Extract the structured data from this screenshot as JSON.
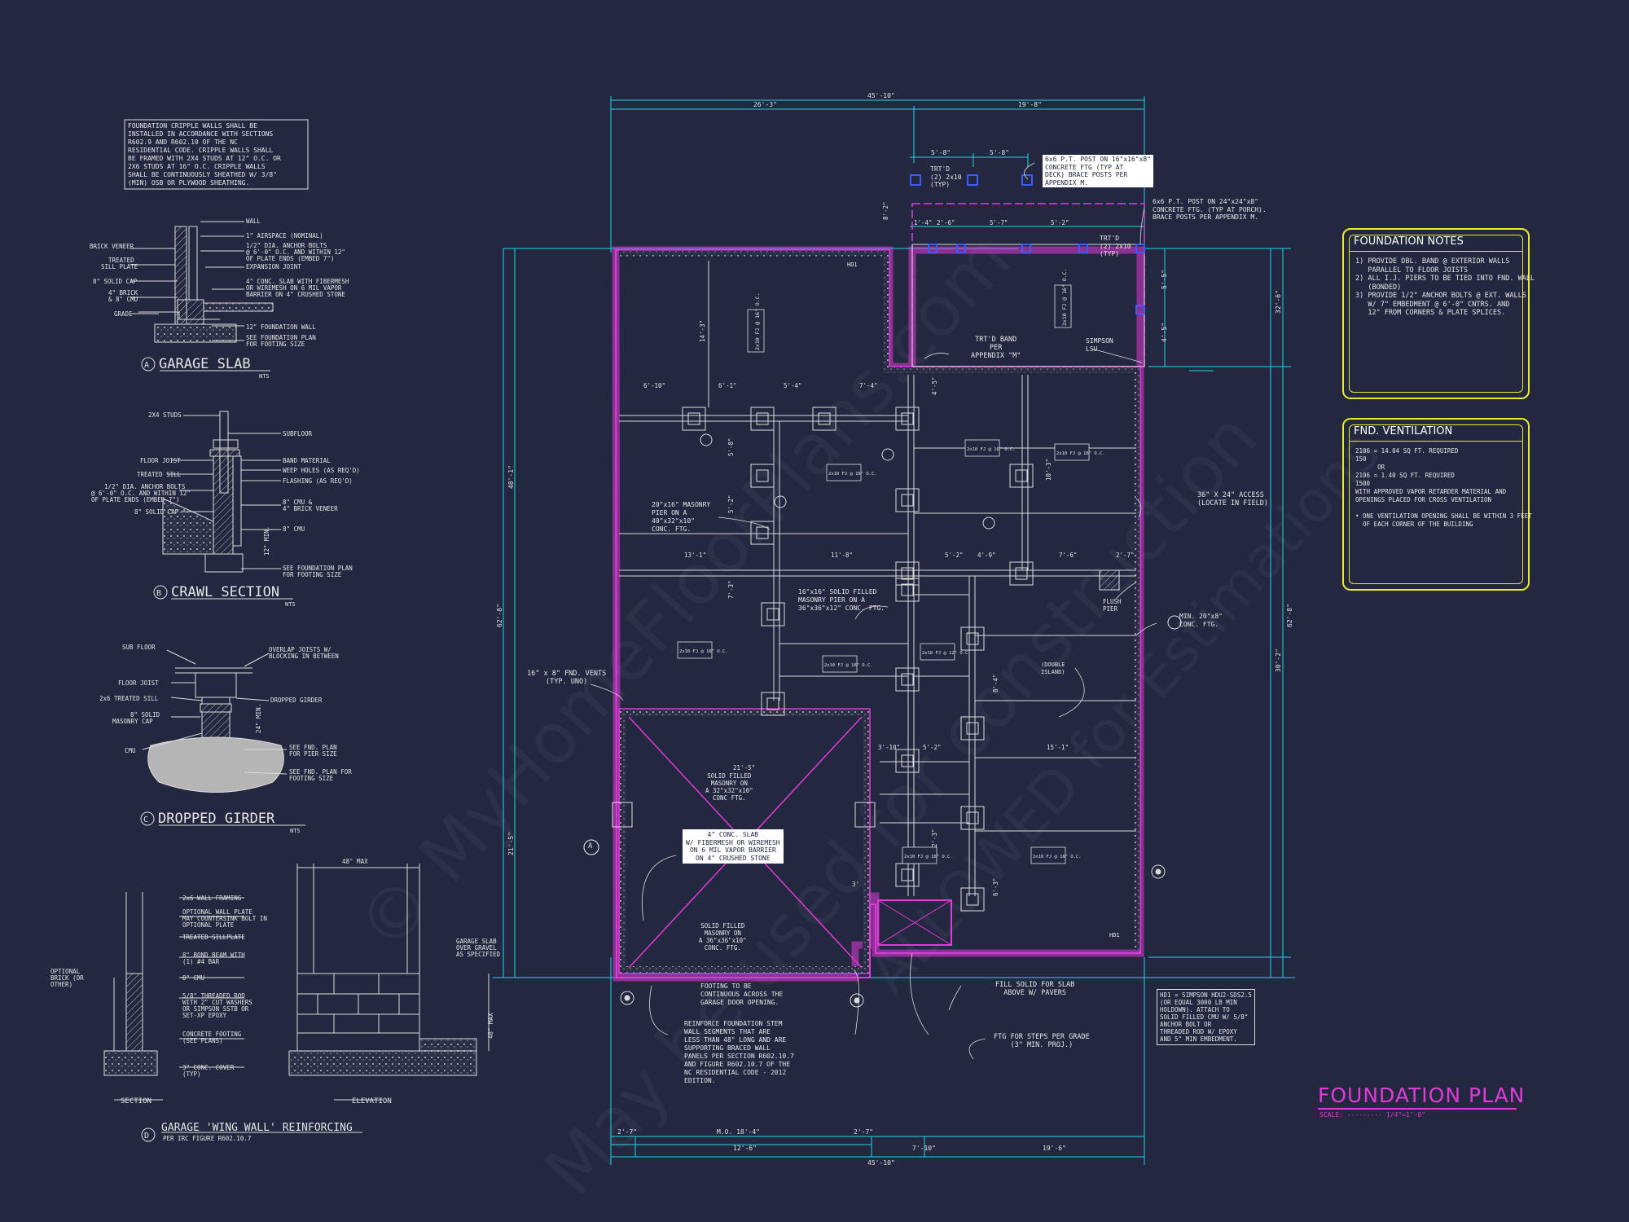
{
  "sheet": {
    "title": "FOUNDATION PLAN",
    "scale": "SCALE: --------- 1/4\"=1'-0\"",
    "watermark_1": "© MyHomeFloorPlans.com",
    "watermark_2": "May be used for construction",
    "watermark_3": "ALLOWED for Estimations"
  },
  "colors": {
    "background": "#232840",
    "dimension": "#1fd6e6",
    "wall": "#e03ad8",
    "annotation_box": "#e8ec2a",
    "linework": "#dcdcdc"
  },
  "general_note": "FOUNDATION CRIPPLE WALLS SHALL BE\nINSTALLED IN ACCORDANCE WITH SECTIONS\nR602.9 AND R602.10 OF THE NC\nRESIDENTIAL CODE. CRIPPLE WALLS SHALL\nBE FRAMED WITH 2X4 STUDS AT 12\" O.C. OR\n2X6 STUDS AT 16\" O.C. CRIPPLE WALLS\nSHALL BE CONTINUOUSLY SHEATHED W/ 3/8\"\n(MIN) OSB OR PLYWOOD SHEATHING.",
  "details": {
    "a": {
      "marker": "A",
      "title": "GARAGE SLAB",
      "scale": "NTS",
      "labels": [
        "WALL",
        "1\" AIRSPACE (NOMINAL)",
        "BRICK VENEER",
        "1/2\" DIA. ANCHOR BOLTS",
        "@ 6'-0\" O.C. AND WITHIN 12\"",
        "OF PLATE ENDS (EMBED 7\")",
        "TREATED",
        "SILL PLATE",
        "EXPANSION JOINT",
        "8\" SOLID CAP",
        "4\" BRICK",
        "& 8\" CMU",
        "4\" CONC. SLAB WITH FIBERMESH",
        "OR WIREMESH ON 6 MIL VAPOR",
        "BARRIER ON 4\" CRUSHED STONE",
        "GRADE",
        "12\" FOUNDATION WALL",
        "SEE FOUNDATION PLAN",
        "FOR FOOTING SIZE"
      ]
    },
    "b": {
      "marker": "B",
      "title": "CRAWL SECTION",
      "scale": "NTS",
      "labels": [
        "2X4 STUDS",
        "SUBFLOOR",
        "FLOOR JOIST",
        "BAND MATERIAL",
        "TREATED SILL",
        "WEEP HOLES (AS REQ'D)",
        "1/2\" DIA. ANCHOR BOLTS",
        "@ 6'-0\" O.C. AND WITHIN 12\"",
        "OF PLATE ENDS (EMBED 7\")",
        "FLASHING (AS REQ'D)",
        "8\" SOLID CAP",
        "8\" CMU &",
        "4\" BRICK VENEER",
        "8\" CMU",
        "12\" MIN.",
        "SEE FOUNDATION PLAN",
        "FOR FOOTING SIZE"
      ]
    },
    "c": {
      "marker": "C",
      "title": "DROPPED GIRDER",
      "scale": "NTS",
      "labels": [
        "SUB FLOOR",
        "OVERLAP JOISTS W/",
        "BLOCKING IN BETWEEN",
        "FLOOR JOIST",
        "2x6 TREATED SILL",
        "DROPPED GIRDER",
        "8\" SOLID",
        "MASONRY CAP",
        "CMU",
        "24\" MIN.",
        "SEE FND. PLAN",
        "FOR PIER SIZE",
        "SEE FND. PLAN FOR",
        "FOOTING SIZE"
      ]
    },
    "d": {
      "marker": "D",
      "title": "GARAGE 'WING WALL' REINFORCING",
      "subtitle": "PER IRC FIGURE R602.10.7",
      "dim": "48\" MAX",
      "vdim": "48\" MAX",
      "labels": [
        "2x6 WALL FRAMING",
        "OPTIONAL WALL PLATE",
        "MAY COUNTERSINK BOLT IN",
        "OPTIONAL PLATE",
        "TREATED SILLPLATE",
        "8\" BOND BEAM WITH",
        "(1) #4 BAR",
        "8\" CMU",
        "5/8\" THREADED ROD",
        "WITH 2\" CUT WASHERS",
        "OR SIMPSON SSTB OR",
        "SET-XP EPOXY",
        "CONCRETE FOOTING",
        "(SEE PLANS)",
        "3\" CONC. COVER",
        "(TYP)",
        "OPTIONAL",
        "BRICK (OR",
        "OTHER)",
        "GARAGE SLAB",
        "OVER GRAVEL",
        "AS SPECIFIED"
      ],
      "section_label": "SECTION",
      "elevation_label": "ELEVATION"
    }
  },
  "plan": {
    "dims_top": [
      "45'-10\"",
      "26'-3\"",
      "19'-8\"",
      "5'-8\"",
      "5'-8\""
    ],
    "dims_bottom": [
      "2'-7\"",
      "M.O. 18'-4\"",
      "2'-7\"",
      "12'-6\"",
      "7'-10\"",
      "19'-6\"",
      "45'-10\""
    ],
    "dims_left": [
      "48'-1\"",
      "62'-8\"",
      "21'-5\""
    ],
    "dims_right": [
      "32'-6\"",
      "62'-8\"",
      "30'-2\"",
      "5'-5\"",
      "4'-5\""
    ],
    "dims_interior": [
      "6'-10\"",
      "6'-1\"",
      "5'-4\"",
      "7'-4\"",
      "4'-5\"",
      "14'-3\"",
      "5'-8\"",
      "5'-2\"",
      "13'-1\"",
      "11'-8\"",
      "5'-2\"",
      "4'-9\"",
      "7'-6\"",
      "2'-7\"",
      "7'-3\"",
      "8'-4\"",
      "3'-10\"",
      "5'-2\"",
      "15'-1\"",
      "10'-3\"",
      "2'-6\"",
      "1'-4\"",
      "5'-7\"",
      "5'-2\"",
      "8'-2\"",
      "2'-3\"",
      "6'-3\"",
      "21'-5\"",
      "3'"
    ],
    "joist_labels": [
      "2x10 FJ @ 16\" O.C.",
      "2x10 FJ @ 16\" O.C.",
      "2x10 FJ @ 16\" O.C.",
      "2x10 FJ @ 16\" O.C.",
      "2x10 FJ @ 16\" O.C.",
      "2x10 FJ @ 16\" O.C.",
      "2x10 FJ @ 16\" O.C.",
      "2x10 FJ @ 12\" O.C.",
      "2x10 FJ @ 16\" O.C.",
      "2x10 FJ @ 16\" O.C."
    ],
    "notes": {
      "post_16": "6x6 P.T. POST ON 16\"x16\"x8\"\nCONCRETE FTG (TYP AT\nDECK) BRACE POSTS PER\nAPPENDIX M.",
      "post_24": "6x6 P.T. POST ON 24\"x24\"x8\"\nCONCRETE FTG. (TYP AT PORCH).\nBRACE POSTS PER APPENDIX M.",
      "trtd_left": "TRT'D\n(2) 2x10\n(TYP)",
      "trtd_right": "TRT'D\n(2) 2x10\n(TYP)",
      "trtd_band": "TRT'D BAND\nPER\nAPPENDIX \"M\"",
      "simpson_lsu": "SIMPSON\nLSU",
      "pier_20": "20\"x16\" MASONRY\nPIER ON A\n40\"x32\"x10\"\nCONC. FTG.",
      "pier_16": "16\"x16\" SOLID FILLED\nMASONRY PIER ON A\n36\"x36\"x12\" CONC. FTG.",
      "access": "36\" X 24\" ACCESS\n(LOCATE IN FIELD)",
      "flush_pier": "FLUSH\nPIER",
      "conc_ftg": "MIN. 20\"x8\"\nCONC. FTG.",
      "vents": "16\" x 8\" FND. VENTS\n(TYP. UNO)",
      "garage_slab": "4\" CONC. SLAB\nW/ FIBERMESH OR WIREMESH\nON 6 MIL VAPOR BARRIER\nON 4\" CRUSHED STONE",
      "solid_filled_upper": "SOLID FILLED\nMASONRY ON\nA 32\"x32\"x10\"\nCONC FTG.",
      "solid_filled_lower": "SOLID FILLED\nMASONRY ON\nA 36\"x36\"x10\"\nCONC. FTG.",
      "footing_continuous": "FOOTING TO BE\nCONTINUOUS ACROSS THE\nGARAGE DOOR OPENING.",
      "reinforce": "REINFORCE FOUNDATION STEM\nWALL SEGMENTS THAT ARE\nLESS THAN 48\" LONG AND ARE\nSUPPORTING BRACED WALL\nPANELS PER SECTION R602.10.7\nAND FIGURE R602.10.7 OF THE\nNC RESIDENTIAL CODE - 2012\nEDITION.",
      "fill_solid": "FILL SOLID FOR SLAB\nABOVE W/ PAVERS",
      "ftg_steps": "FTG FOR STEPS PER GRADE\n(3\" MIN. PROJ.)",
      "holdown": "HD1 = SIMPSON HDU2-SDS2.5\n(OR EQUAL 3000 LB MIN\nHOLDOWN). ATTACH TO\nSOLID FILLED CMU W/ 5/8\"\nANCHOR BOLT OR\nTHREADED ROD W/ EPOXY\nAND 5\" MIN EMBEDMENT.",
      "double_island": "(DOUBLE\nISLAND)",
      "hd1": "HD1",
      "grid_a": "A"
    }
  },
  "foundation_notes": {
    "title": "FOUNDATION NOTES",
    "items": "1) PROVIDE DBL. BAND @ EXTERIOR WALLS\n   PARALLEL TO FLOOR JOISTS\n2) ALL I.J. PIERS TO BE TIED INTO FND. WALL\n   (BONDED)\n3) PROVIDE 1/2\" ANCHOR BOLTS @ EXT. WALLS\n   W/ 7\" EMBEDMENT @ 6'-0\" CNTRS. AND\n   12\" FROM CORNERS & PLATE SPLICES."
  },
  "fnd_ventilation": {
    "title": "FND. VENTILATION",
    "items": "2106 = 14.04 SQ FT. REQUIRED\n150\n      OR\n2106 = 1.40 SQ FT. REQUIRED\n1500\nWITH APPROVED VAPOR RETARDER MATERIAL AND\nOPENINGS PLACED FOR CROSS VENTILATION\n\n• ONE VENTILATION OPENING SHALL BE WITHIN 3 FEET\n  OF EACH CORNER OF THE BUILDING"
  }
}
